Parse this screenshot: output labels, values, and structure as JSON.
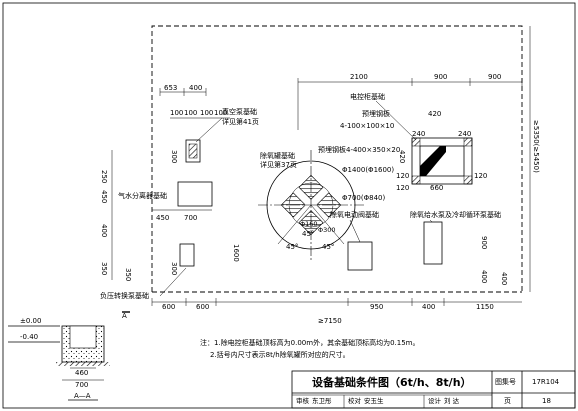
{
  "labels": {
    "vacuum_pump": [
      "真空泵基础",
      "详见第41页"
    ],
    "deox_tank": [
      "除氧罐基础",
      "详见第37页"
    ],
    "steam_water": "气水分离器基础",
    "neg_pressure": "负压转换泵基础",
    "control_cabinet": "电控柜基础",
    "embedded_plate": [
      "预埋钢板",
      "4-100×100×10"
    ],
    "embedded_plate2": "预埋钢板4-400×350×20",
    "valve": "除氧电动阀基础",
    "deox_pump": "除氧给水泵及冷却循环泵基础",
    "phi1400": "Φ1400(Φ1600)",
    "phi700": "Φ700(Φ840)",
    "angle1": "45°",
    "angle2": "45°",
    "angle3": "45°",
    "section_mark": "A"
  },
  "dims": {
    "top_2100": "2100",
    "top_900a": "900",
    "top_900b": "900",
    "d653": "653",
    "d400a": "400",
    "d100a": "100",
    "d100b": "100",
    "d100c": "100",
    "d100d": "100",
    "d420": "420",
    "d240a": "240",
    "d240b": "240",
    "d420b": "420",
    "d120a": "120",
    "d120b": "120",
    "d660": "660",
    "d120c": "120",
    "d450a": "450",
    "d700": "700",
    "d600a": "600",
    "d600b": "600",
    "d950": "950",
    "d400b": "400",
    "d1150": "1150",
    "total_width": "≥7150",
    "total_height": "≥5350(≥5450)",
    "left_250": "250",
    "left_450": "450",
    "left_400": "400",
    "left_350": "350",
    "left_300a": "300",
    "left_300b": "300",
    "left_350b": "350",
    "left_1600": "1600",
    "right_900": "900",
    "right_400": "400",
    "right_400b": "400",
    "phi_300": "Φ300",
    "phi_160": "Φ160"
  },
  "section": {
    "elev_000": "±0.00",
    "elev_040": "-0.40",
    "d460": "460",
    "d700": "700",
    "title": "A—A"
  },
  "notes": [
    "注：1.除电控柜基础顶标高为0.00m外，其余基础顶标高均为0.15m。",
    "2.括号内尺寸表示8t/h除氧罐所对应的尺寸。"
  ],
  "title_block": {
    "title": "设备基础条件图（6t/h、8t/h）",
    "atlas_label": "图集号",
    "atlas_no": "17R104",
    "review_label": "审核",
    "reviewer": "东卫彤",
    "check_label": "校对",
    "checker": "安玉生",
    "design_label": "设计",
    "designer": "刘 达",
    "page_label": "页",
    "page_no": "18"
  }
}
